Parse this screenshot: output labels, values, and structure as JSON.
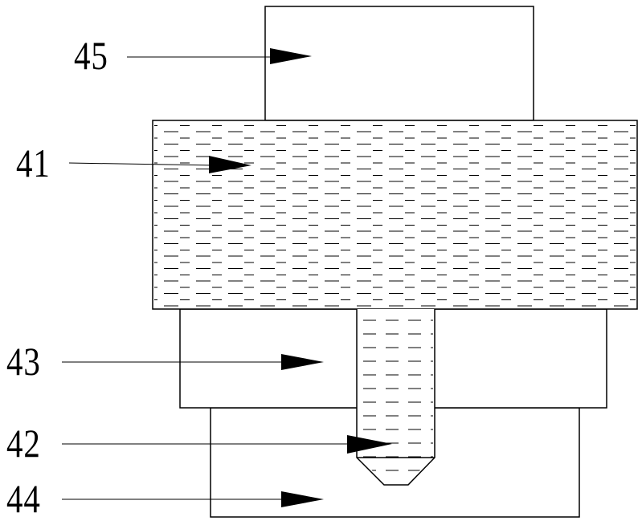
{
  "labels": {
    "l45": "45",
    "l41": "41",
    "l43": "43",
    "l42": "42",
    "l44": "44"
  },
  "colors": {
    "stroke": "#000000",
    "background": "#ffffff"
  }
}
